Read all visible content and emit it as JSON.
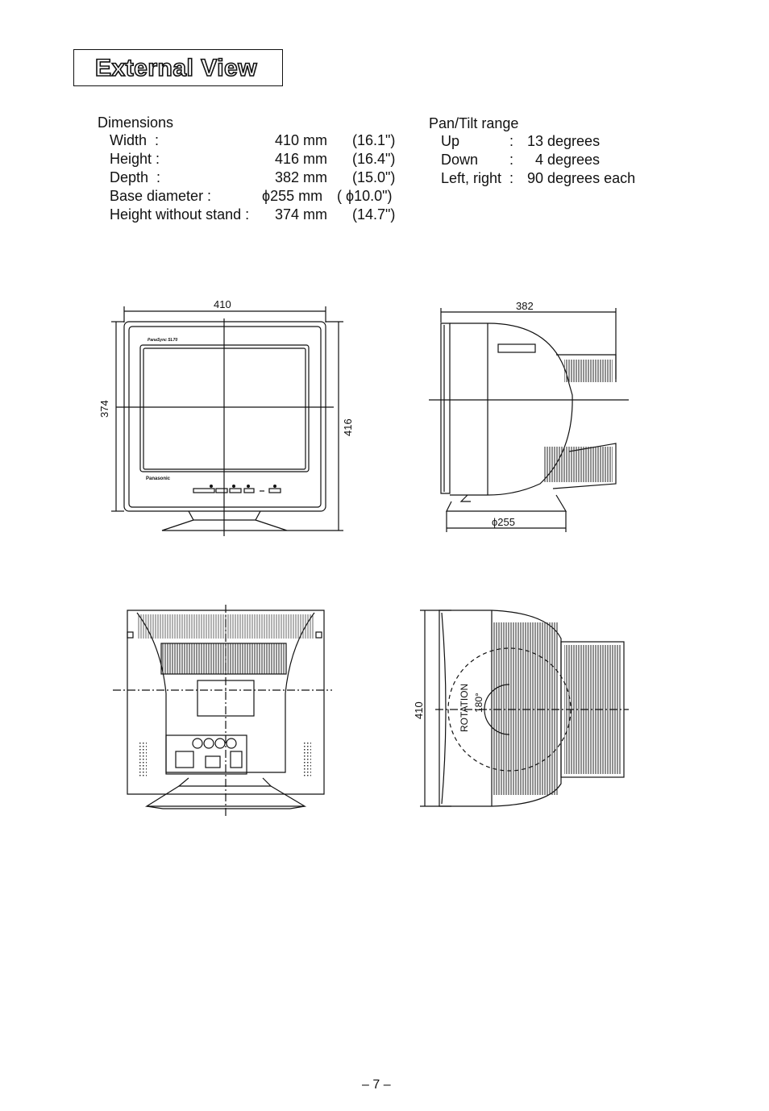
{
  "title": "External View",
  "dimensions": {
    "heading": "Dimensions",
    "rows": [
      {
        "label": "Width  :",
        "mm": "410 mm",
        "inch": "(16.1\")"
      },
      {
        "label": "Height :",
        "mm": "416 mm",
        "inch": "(16.4\")"
      },
      {
        "label": "Depth  :",
        "mm": "382 mm",
        "inch": "(15.0\")"
      },
      {
        "label": "Base diameter :",
        "mm": "ϕ255 mm",
        "inch": "( ϕ10.0\")"
      },
      {
        "label": "Height without stand :",
        "mm": "374 mm",
        "inch": "(14.7\")"
      }
    ]
  },
  "pantilt": {
    "heading": "Pan/Tilt range",
    "rows": [
      {
        "label": "Up",
        "sep": ":",
        "value": "13 degrees"
      },
      {
        "label": "Down",
        "sep": ":",
        "value": "  4 degrees"
      },
      {
        "label": "Left, right",
        "sep": ":",
        "value": "90 degrees each"
      }
    ]
  },
  "drawings": {
    "front": {
      "width_label": "410",
      "height_label": "416",
      "screen_height_label": "374",
      "brand": "Panasonic",
      "model": "PanaSync SL70"
    },
    "side": {
      "depth_label": "382",
      "base_label": "ϕ255"
    },
    "top": {
      "height_label": "410",
      "rotation_label": "ROTATION",
      "rotation_deg": "180°"
    }
  },
  "page_number": "– 7 –"
}
